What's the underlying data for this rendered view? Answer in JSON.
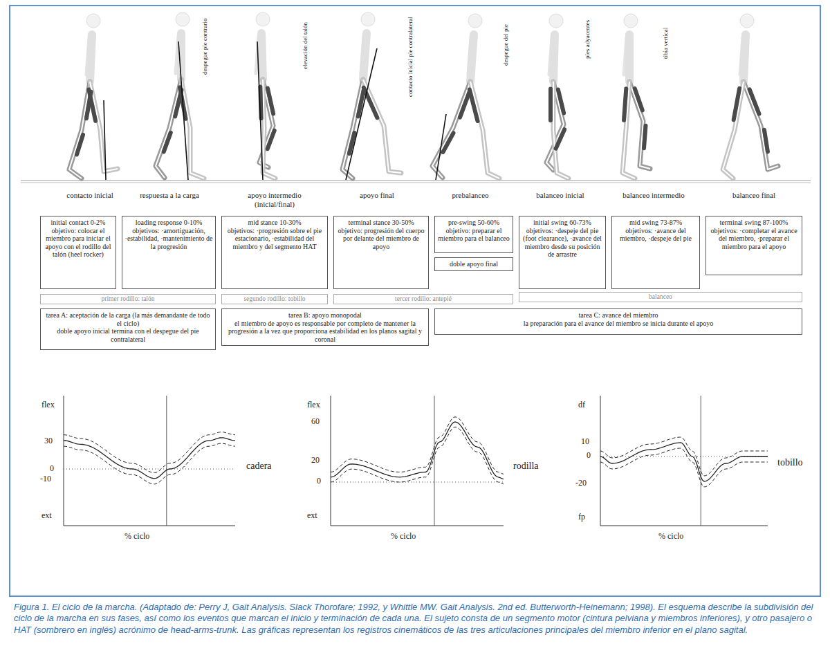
{
  "diagram": {
    "caption": "Figura 1. El ciclo de la marcha. (Adaptado de: Perry J, Gait Analysis. Slack Thorofare; 1992, y Whittle MW. Gait Analysis. 2nd ed. Butterworth-Heinemann; 1998). El esquema describe la subdivisión del ciclo de la marcha en sus fases, así como los eventos que marcan el inicio y terminación de cada una. El sujeto consta de un segmento motor (cintura pelviana y miembros inferiores), y otro pasajero o HAT (sombrero en inglés) acrónimo de head-arms-trunk. Las gráficas representan los registros cinemáticos de las tres articulaciones principales del miembro inferior en el plano sagital.",
    "nodes": [
      {
        "text": [
          "initial contact 0-2%",
          "objetivo: colocar el miembro para iniciar el apoyo con el rodillo del talón (heel rocker)"
        ]
      },
      {
        "text": [
          "loading response 0-10%",
          "objetivos: ·amortiguación, ·estabilidad, ·mantenimiento de la progresión"
        ]
      },
      {
        "text": [
          "mid stance 10-30%",
          "objetivos: ·progresión sobre el pie estacionario, ·estabilidad del miembro y del segmento HAT"
        ]
      },
      {
        "text": [
          "terminal stance 30-50%",
          "objetivo: progresión del cuerpo por delante del miembro de apoyo"
        ]
      },
      {
        "text": [
          "pre-swing 50-60%",
          "objetivo: preparar el miembro para el balanceo"
        ]
      },
      {
        "text": [
          "doble apoyo final"
        ]
      },
      {
        "text": [
          "initial swing 60-73%",
          "objetivos: ·despeje del pie (foot clearance), ·avance del miembro desde su posición de arrastre"
        ]
      },
      {
        "text": [
          "mid swing 73-87%",
          "objetivos: ·avance del miembro, ·despeje del pie"
        ]
      },
      {
        "text": [
          "terminal swing 87-100%",
          "objetivos: ·completar el avance del miembro, ·preparar el miembro para el apoyo"
        ]
      },
      {
        "text": [
          "primer rodillo: talón"
        ]
      },
      {
        "text": [
          "segundo rodillo: tobillo"
        ]
      },
      {
        "text": [
          "tercer rodillo: antepié"
        ]
      },
      {
        "text": [
          "balanceo"
        ]
      },
      {
        "text": [
          "tarea A: aceptación de la carga (la más demandante de todo el ciclo)",
          "doble apoyo inicial termina con el despegue del pie contralateral"
        ]
      },
      {
        "text": [
          "tarea B: apoyo monopodal",
          "el miembro de apoyo es responsable por completo de mantener la progresión a la vez que proporciona estabilidad en los planos sagital y coronal"
        ]
      },
      {
        "text": [
          "tarea C: avance del miembro",
          "la preparación para el avance del miembro se inicia durante el apoyo"
        ]
      }
    ],
    "labels": [
      "contacto inicial",
      "respuesta a la carga",
      "apoyo intermedio (inicial/final)",
      "apoyo final",
      "prebalanceo",
      "balanceo inicial",
      "balanceo intermedio",
      "balanceo final",
      "despegue pie contrario",
      "elevación del talón",
      "contacto inicial pie contralateral",
      "despegue del pie",
      "pies adyacentes",
      "tibia vertical",
      "flex",
      "30",
      "0",
      "-10",
      "ext",
      "% ciclo",
      "cadera",
      "flex",
      "60",
      "20",
      "0",
      "ext",
      "% ciclo",
      "rodilla",
      "df",
      "10",
      "0",
      "-20",
      "fp",
      "% ciclo",
      "tobillo"
    ]
  }
}
